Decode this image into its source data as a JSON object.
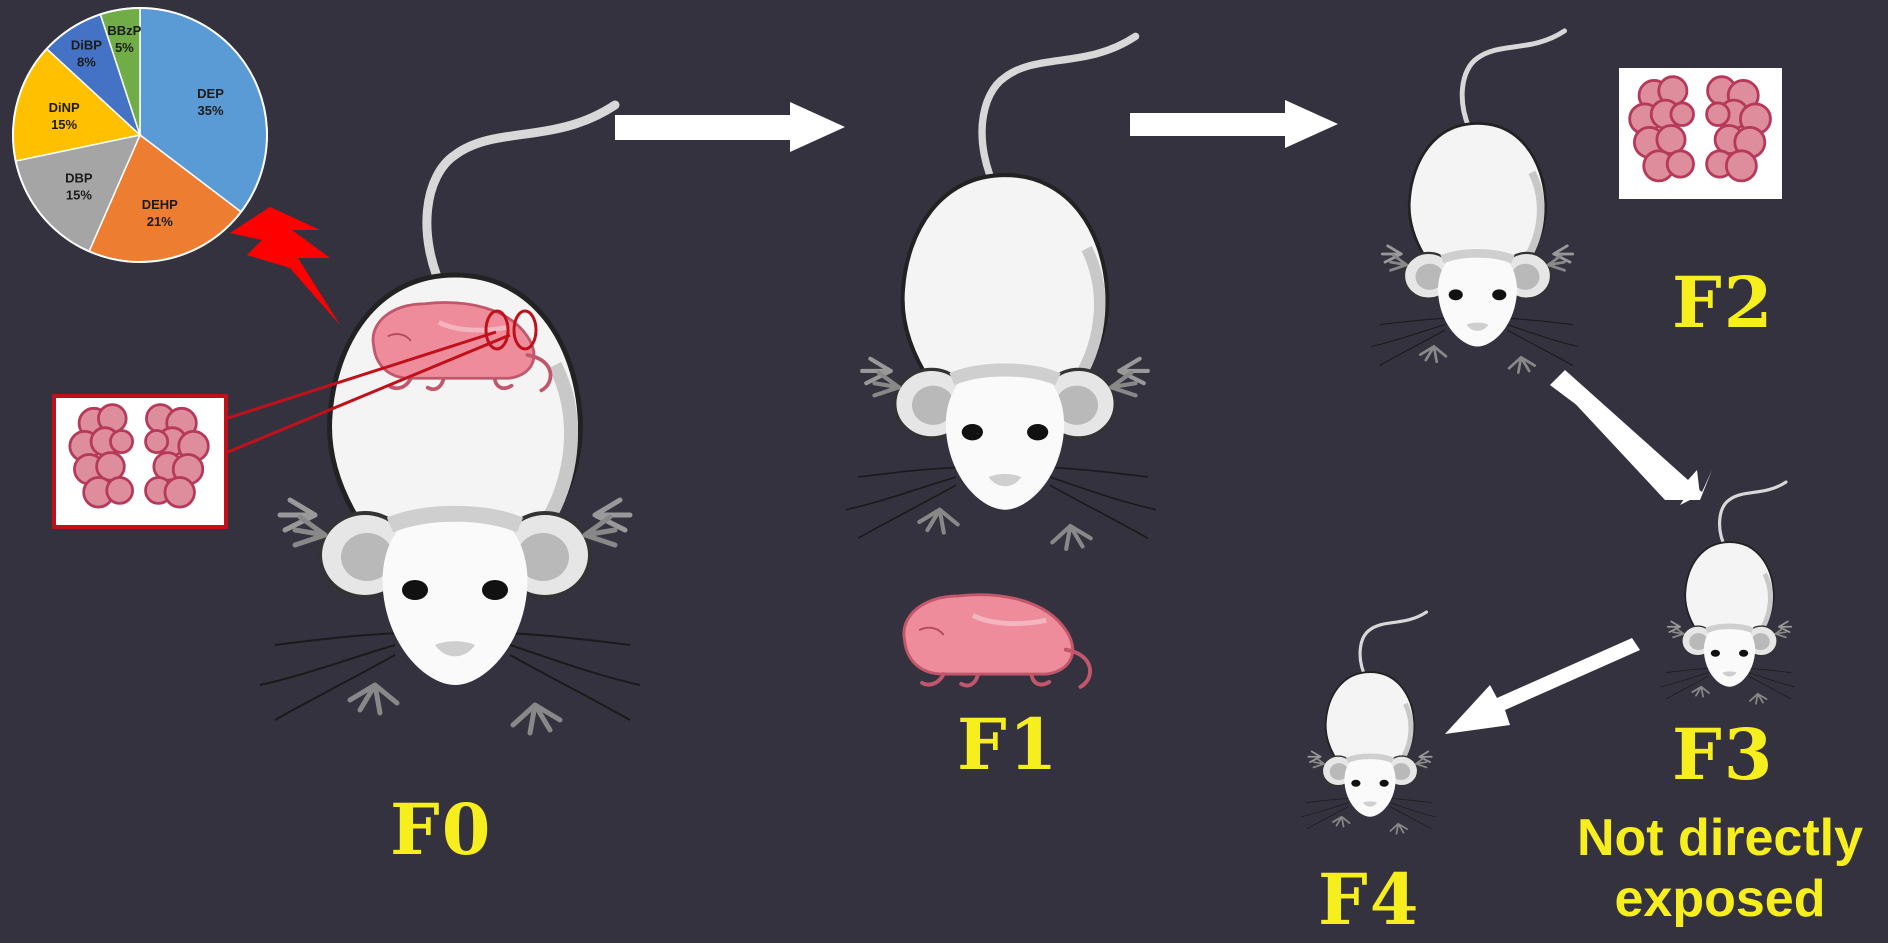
{
  "generations": {
    "f0": "F0",
    "f1": "F1",
    "f2": "F2",
    "f3": "F3",
    "f4": "F4"
  },
  "note": {
    "line1": "Not directly",
    "line2": "exposed"
  },
  "icons": {
    "mouse": "mouse-icon",
    "pup": "pup-icon",
    "testes": "testes-icon",
    "lightning": "lightning-icon",
    "arrow": "arrow-icon"
  },
  "colors": {
    "background": "#35323f",
    "label_yellow": "#f7ee1e",
    "pup_pink": "#ee8c9c",
    "lightning_red": "#ff0000",
    "testes_border": "#a01020"
  },
  "chart_data": {
    "type": "pie",
    "categories": [
      "DEP",
      "DEHP",
      "DBP",
      "DiNP",
      "DiBP",
      "BBzP"
    ],
    "values": [
      35,
      21,
      15,
      15,
      8,
      5
    ],
    "labels": [
      "35%",
      "21%",
      "15%",
      "15%",
      "8%",
      "5%"
    ],
    "colors": [
      "#5b9bd5",
      "#ed7d31",
      "#a5a5a5",
      "#ffc000",
      "#4472c4",
      "#70ad47"
    ],
    "title": "",
    "legend": "none"
  }
}
